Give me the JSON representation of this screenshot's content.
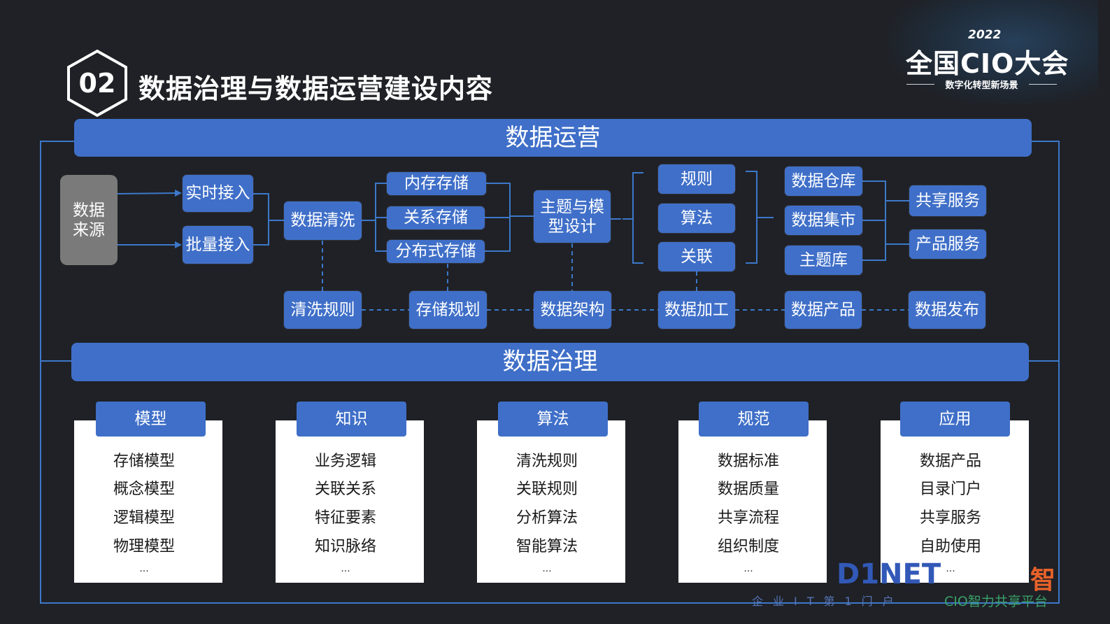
{
  "header": {
    "section_number": "02",
    "title": "数据治理与数据运营建设内容"
  },
  "brand": {
    "year": "2022",
    "name": "全国CIO大会",
    "subtitle": "数字化转型新场景"
  },
  "operations": {
    "banner": "数据运营",
    "source": [
      "数据",
      "来源"
    ],
    "ingest": [
      "实时接入",
      "批量接入"
    ],
    "clean": "数据清洗",
    "storage": [
      "内存存储",
      "关系存储",
      "分布式存储"
    ],
    "topic_model": [
      "主题与模",
      "型设计"
    ],
    "processing": [
      "规则",
      "算法",
      "关联"
    ],
    "warehouses": [
      "数据仓库",
      "数据集市",
      "主题库"
    ],
    "services": [
      "共享服务",
      "产品服务"
    ],
    "bottom_row": [
      "清洗规则",
      "存储规划",
      "数据架构",
      "数据加工",
      "数据产品",
      "数据发布"
    ]
  },
  "governance": {
    "banner": "数据治理",
    "cards": [
      {
        "title": "模型",
        "items": [
          "存储模型",
          "概念模型",
          "逻辑模型",
          "物理模型"
        ],
        "more": "..."
      },
      {
        "title": "知识",
        "items": [
          "业务逻辑",
          "关联关系",
          "特征要素",
          "知识脉络"
        ],
        "more": "..."
      },
      {
        "title": "算法",
        "items": [
          "清洗规则",
          "关联规则",
          "分析算法",
          "智能算法"
        ],
        "more": "..."
      },
      {
        "title": "规范",
        "items": [
          "数据标准",
          "数据质量",
          "共享流程",
          "组织制度"
        ],
        "more": "..."
      },
      {
        "title": "应用",
        "items": [
          "数据产品",
          "目录门户",
          "共享服务",
          "自助使用"
        ],
        "more": "..."
      }
    ]
  },
  "watermark": {
    "logo_text": "D1NET",
    "logo_tagline": "企业IT第1门户",
    "partner_char": "智",
    "partner_tagline": "CIO智力共享平台"
  },
  "colors": {
    "background": "#1f2126",
    "accent_blue": "#3f6fc8",
    "frame_blue": "#3c78c9",
    "source_gray": "#7a7a7a",
    "card_white": "#ffffff"
  }
}
